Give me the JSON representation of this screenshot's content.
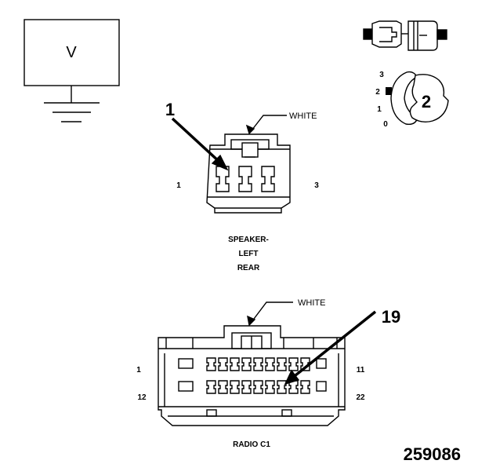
{
  "meter": {
    "letter": "V"
  },
  "probe": {
    "callout": "2",
    "positions": [
      "3",
      "2",
      "1",
      "0"
    ]
  },
  "speaker_connector": {
    "callout": "1",
    "color_label": "WHITE",
    "pin_left": "1",
    "pin_right": "3",
    "name_lines": [
      "SPEAKER-",
      "LEFT",
      "REAR"
    ]
  },
  "radio_connector": {
    "callout": "19",
    "color_label": "WHITE",
    "pin_top_left": "1",
    "pin_top_right": "11",
    "pin_bottom_left": "12",
    "pin_bottom_right": "22",
    "name": "RADIO C1"
  },
  "figure_number": "259086",
  "colors": {
    "line": "#000000",
    "background": "#ffffff"
  }
}
